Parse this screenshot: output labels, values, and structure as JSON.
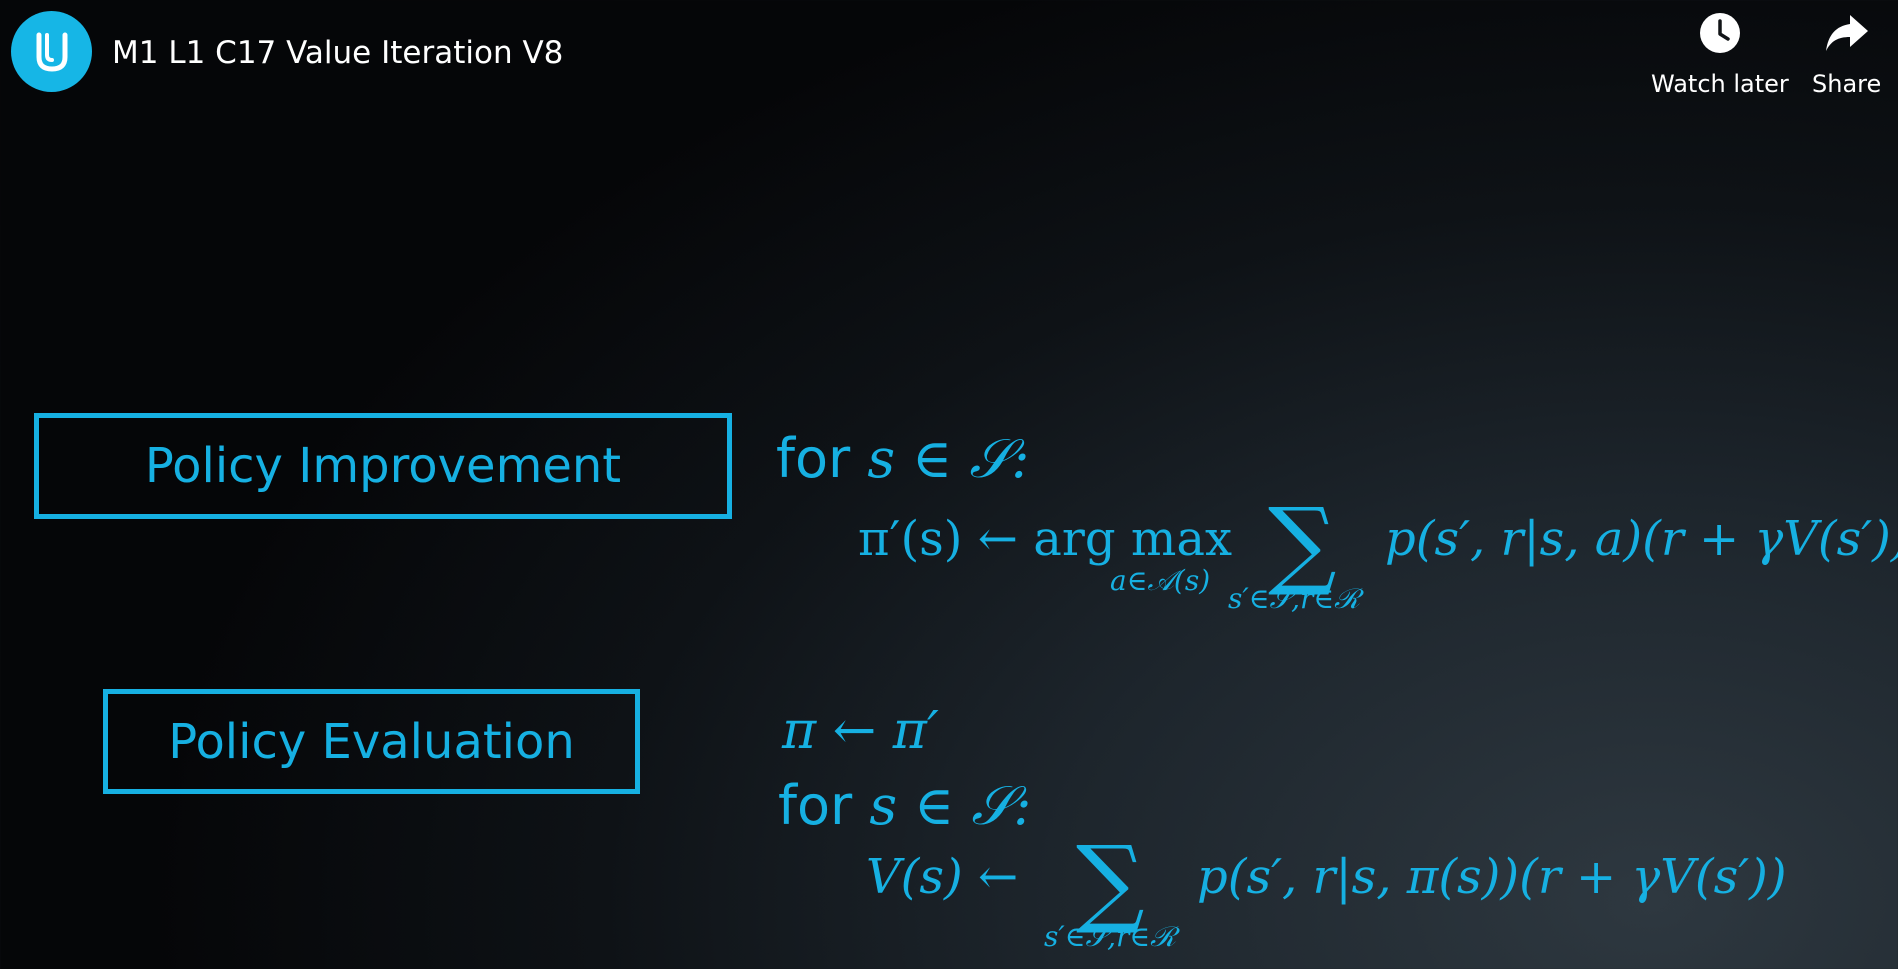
{
  "header": {
    "title": "M1 L1 C17 Value Iteration V8",
    "logo_icon": "udacity-logo-icon",
    "watch_later_label": "Watch later",
    "watch_later_icon": "clock-icon",
    "share_label": "Share",
    "share_icon": "share-arrow-icon"
  },
  "slide": {
    "policy_improvement": {
      "box_label": "Policy Improvement",
      "for_word": "for",
      "for_math": "s ∈ 𝒮:",
      "lhs": "π′(s) ← arg max",
      "argmax_sub": "a∈𝒜(s)",
      "sum_symbol": "∑",
      "sum_sub": "s′∈𝒮,r∈ℛ",
      "rhs": "p(s′, r|s, a)(r + γV(s′))"
    },
    "policy_evaluation": {
      "box_label": "Policy Evaluation",
      "assign": "π ← π′",
      "for_word": "for",
      "for_math": "s ∈ 𝒮:",
      "lhs": "V(s) ←",
      "sum_symbol": "∑",
      "sum_sub": "s′∈𝒮,r∈ℛ",
      "rhs": "p(s′, r|s, π(s))(r + γV(s′))"
    }
  },
  "colors": {
    "accent": "#16b0e2",
    "logo_bg": "#16b6e6",
    "text": "#ffffff"
  }
}
